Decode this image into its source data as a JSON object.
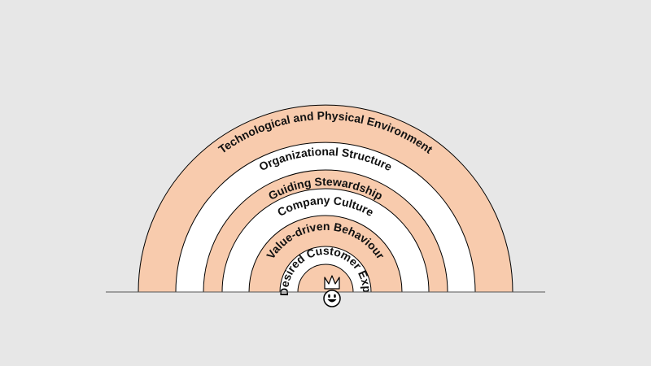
{
  "diagram": {
    "rings": [
      {
        "label": "Technological and Physical Environment",
        "fill": "#f8cbad"
      },
      {
        "label": "Organizational Structure",
        "fill": "#ffffff"
      },
      {
        "label": "Guiding Stewardship",
        "fill": "#f8cbad"
      },
      {
        "label": "Company Culture",
        "fill": "#ffffff"
      },
      {
        "label": "Value-driven Behaviour",
        "fill": "#f8cbad"
      },
      {
        "label": "Desired Customer Exp.",
        "fill": "#ffffff"
      },
      {
        "label": "",
        "fill": "#f8cbad"
      }
    ],
    "colors": {
      "background": "#e7e7e7",
      "stroke": "#000000",
      "baseline": "#555555"
    },
    "icons": {
      "customer": "smiling-face-with-crown-icon"
    }
  }
}
